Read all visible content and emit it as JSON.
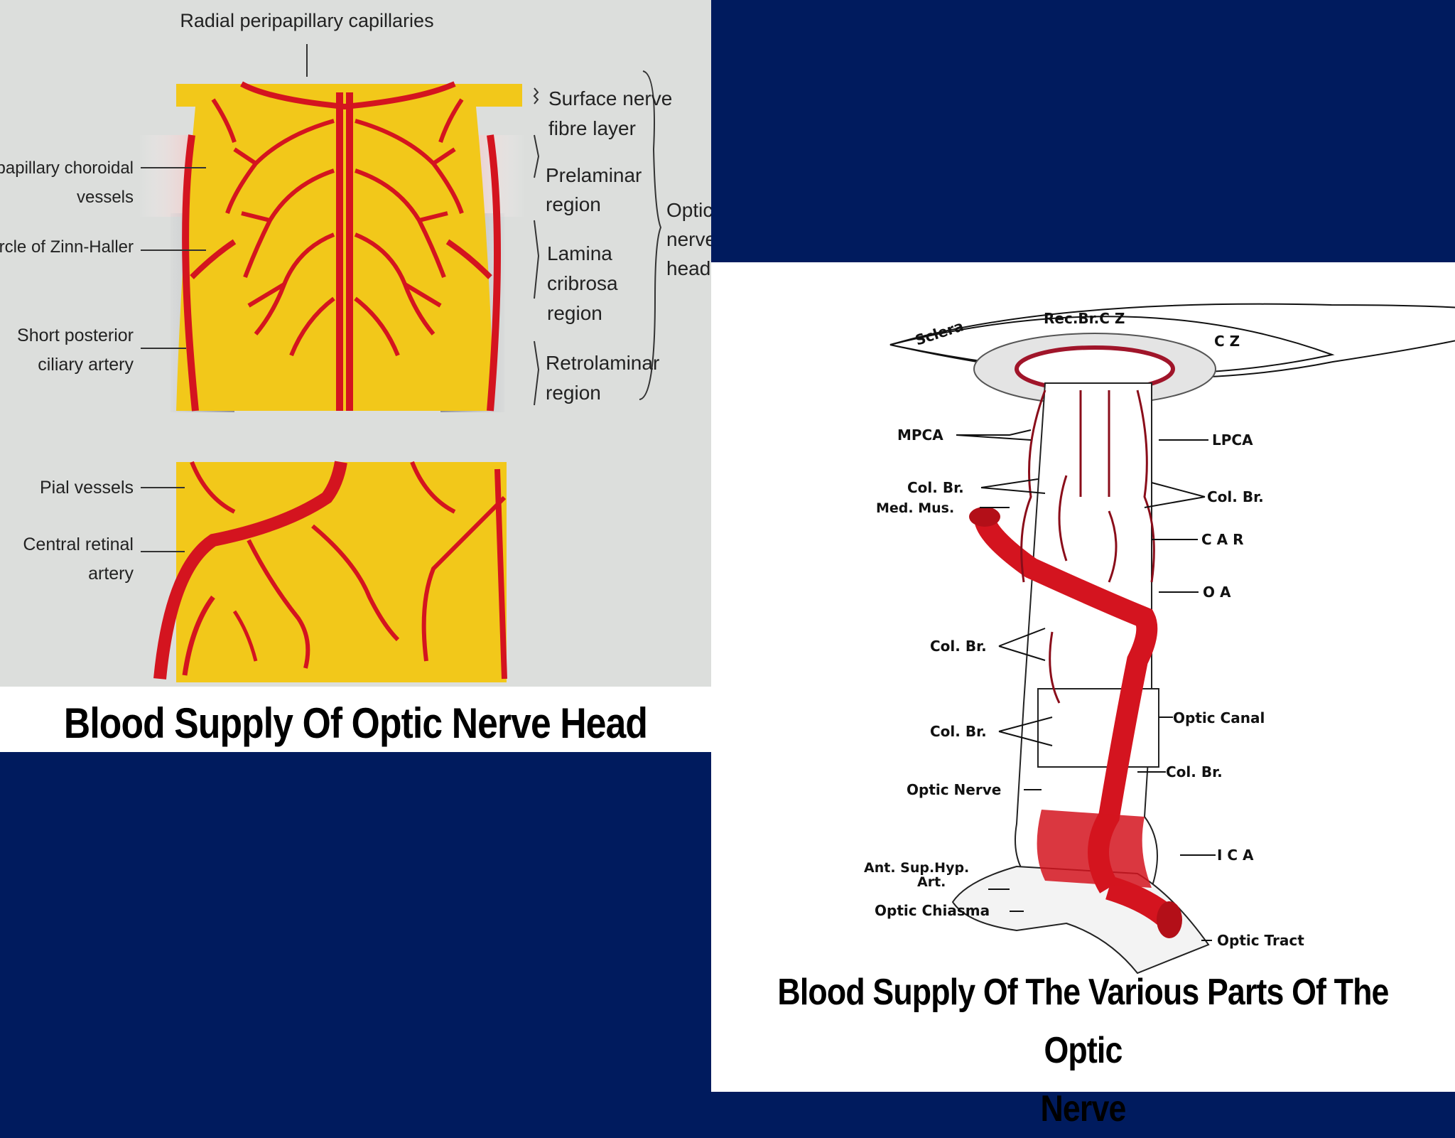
{
  "left_figure": {
    "caption": "Blood Supply Of Optic Nerve Head",
    "labels": {
      "radial_peripapillary": "Radial peripapillary capillaries",
      "surface_nerve_1": "Surface nerve",
      "surface_nerve_2": "fibre layer",
      "prelaminar_1": "Prelaminar",
      "prelaminar_2": "region",
      "lamina_1": "Lamina",
      "lamina_2": "cribrosa",
      "lamina_3": "region",
      "retrolaminar_1": "Retrolaminar",
      "retrolaminar_2": "region",
      "onh_1": "Optic",
      "onh_2": "nerve",
      "onh_3": "head",
      "peripapillary_1": "Peripapillary choroidal",
      "peripapillary_2": "vessels",
      "zinn_haller": "Circle of Zinn-Haller",
      "spca_1": "Short posterior",
      "spca_2": "ciliary artery",
      "pial": "Pial vessels",
      "cra_1": "Central retinal",
      "cra_2": "artery"
    }
  },
  "right_figure": {
    "caption_line1": "Blood Supply Of The Various Parts Of The Optic",
    "caption_line2": "Nerve",
    "labels": {
      "sclera": "Sclera",
      "rec_br_cz": "Rec.Br.C Z",
      "cz": "C Z",
      "mpca": "MPCA",
      "lpca": "LPCA",
      "col_br_1": "Col. Br.",
      "col_br_2": "Col. Br.",
      "med_mus": "Med. Mus.",
      "car": "C A R",
      "oa": "O A",
      "col_br_3": "Col. Br.",
      "optic_canal": "Optic Canal",
      "col_br_4": "Col. Br.",
      "col_br_5": "Col. Br.",
      "optic_nerve": "Optic Nerve",
      "ica": "I C A",
      "ant_sup_hyp_1": "Ant. Sup.Hyp.",
      "ant_sup_hyp_2": "Art.",
      "optic_chiasma": "Optic Chiasma",
      "optic_tract": "Optic Tract"
    }
  },
  "colors": {
    "background": "#001b5e",
    "nerve_yellow": "#f2c81a",
    "vessel_red": "#d4141f",
    "figure_grey": "#dcdedc"
  }
}
